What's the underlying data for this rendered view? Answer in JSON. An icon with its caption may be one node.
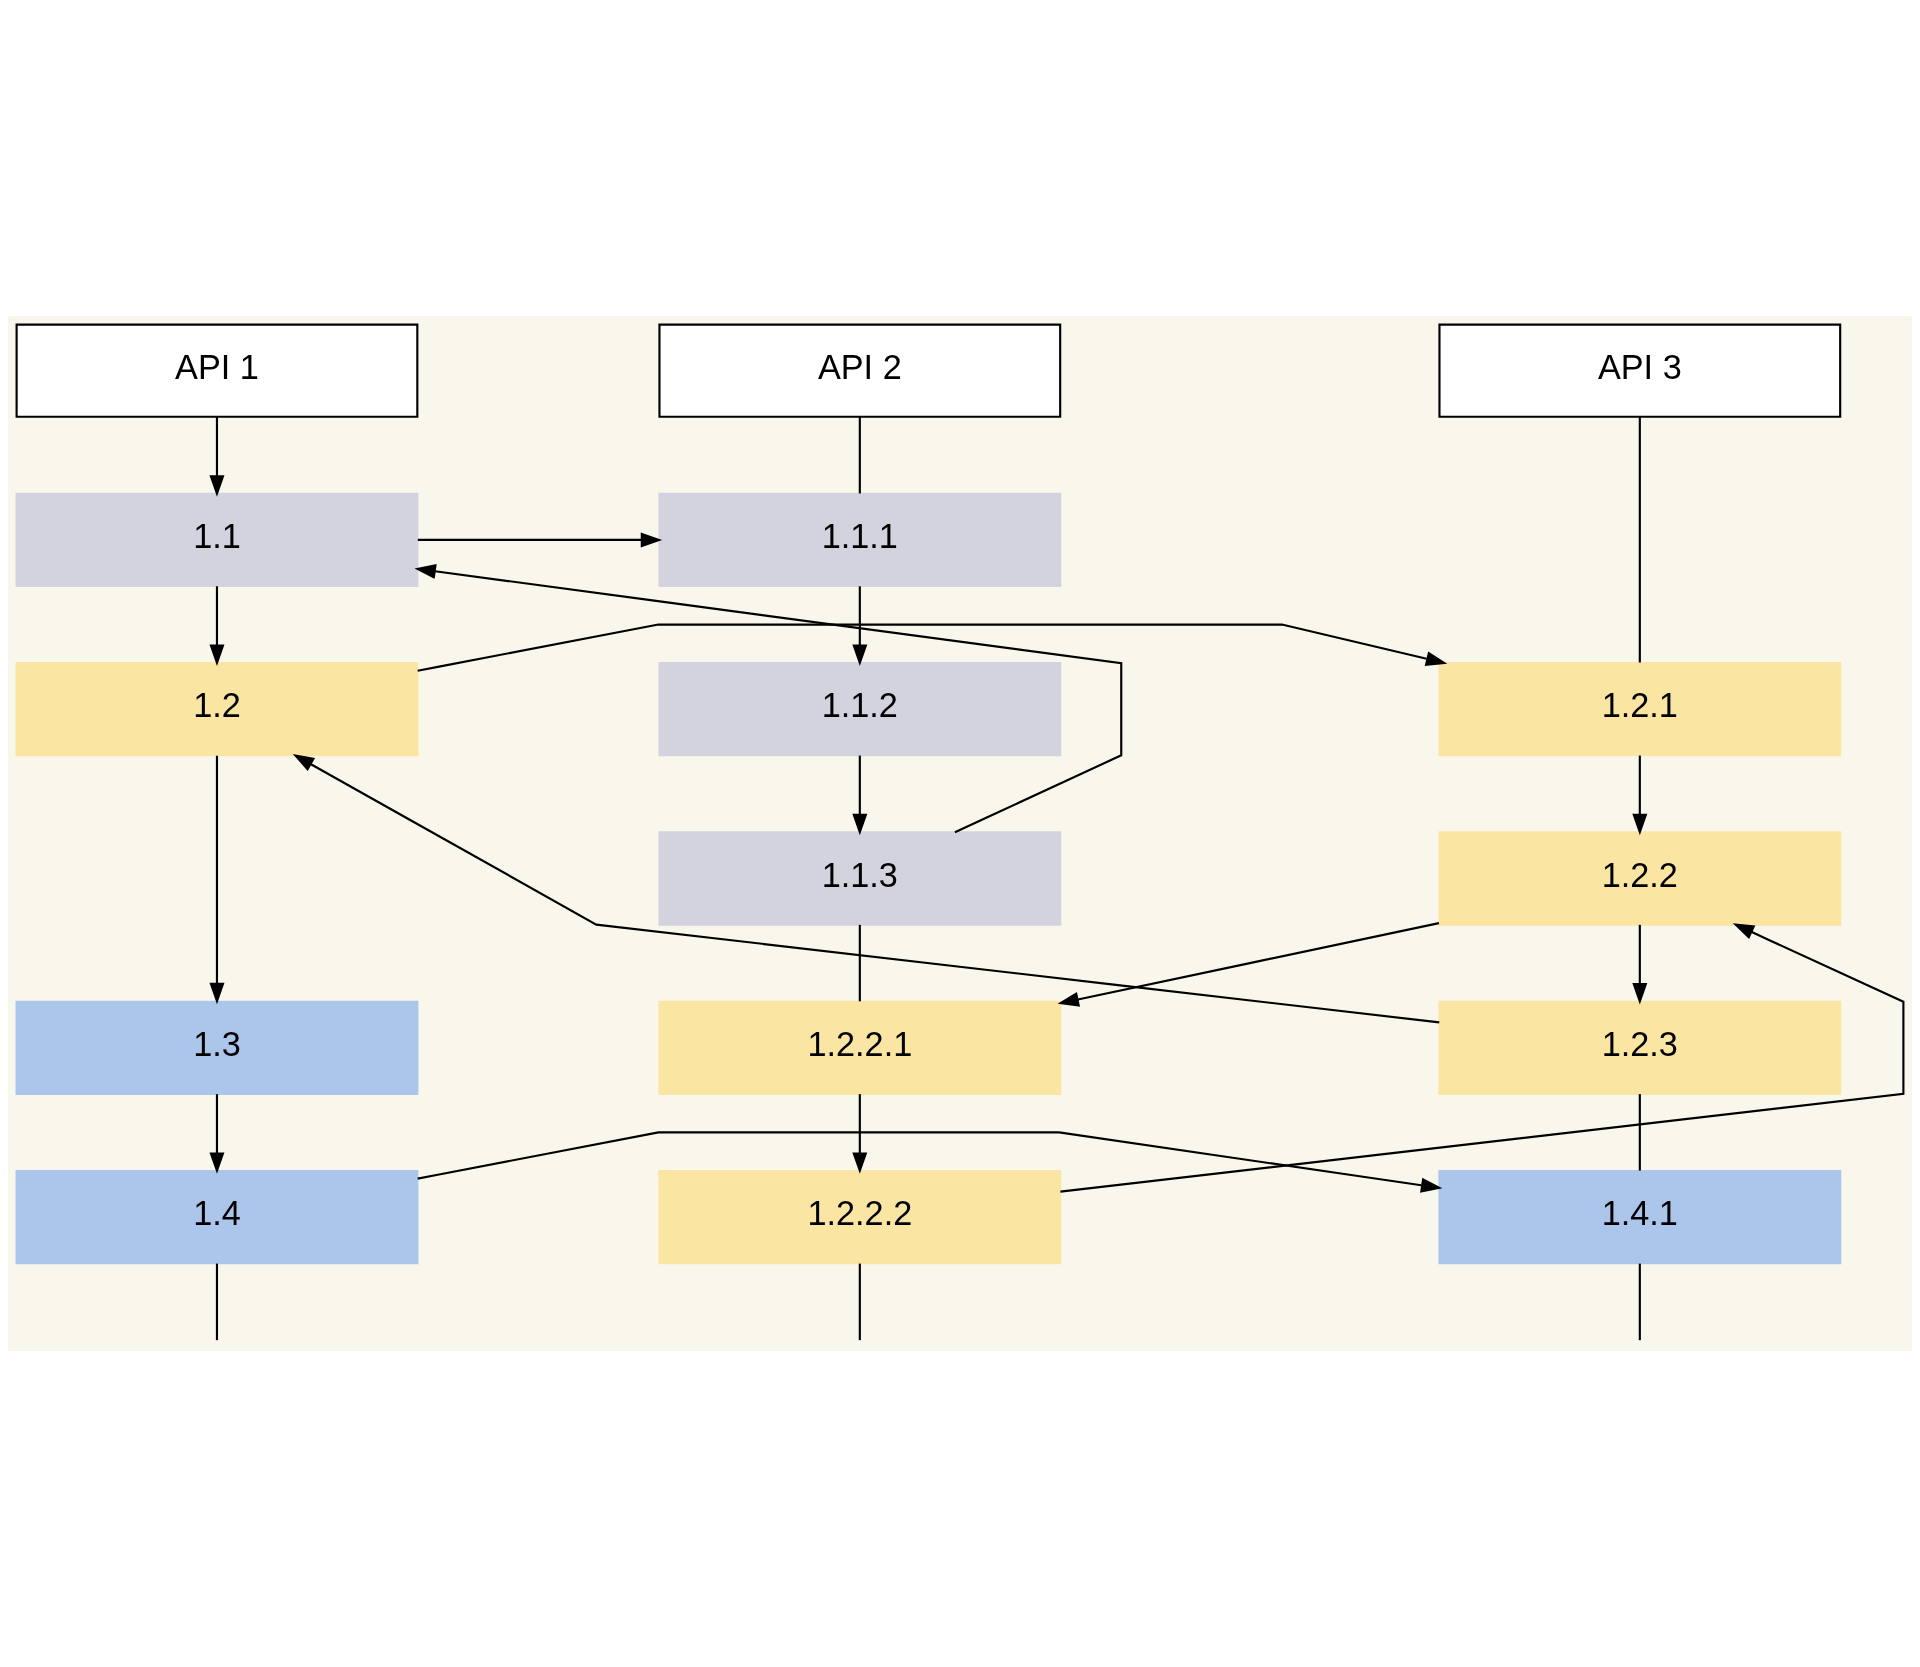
{
  "diagram": {
    "nodes": [
      {
        "text": [
          "API 1"
        ]
      },
      {
        "text": [
          "API 2"
        ]
      },
      {
        "text": [
          "API 3"
        ]
      },
      {
        "text": [
          "1.1"
        ]
      },
      {
        "text": [
          "1.1.1"
        ]
      },
      {
        "text": [
          "1.1.2"
        ]
      },
      {
        "text": [
          "1.1.3"
        ]
      },
      {
        "text": [
          "1.2"
        ]
      },
      {
        "text": [
          "1.2.1"
        ]
      },
      {
        "text": [
          "1.2.2.1"
        ]
      },
      {
        "text": [
          "1.2.2"
        ]
      },
      {
        "text": [
          "1.2.2.2"
        ]
      },
      {
        "text": [
          "1.3"
        ]
      },
      {
        "text": [
          "1.2.3"
        ]
      },
      {
        "text": [
          "1.4"
        ]
      },
      {
        "text": [
          "1.4.1"
        ]
      }
    ],
    "edges": [
      {
        "from": 0,
        "to": 3,
        "arrow": "to"
      },
      {
        "from": 1,
        "to": 4,
        "arrow": "none"
      },
      {
        "from": 2,
        "to": 8,
        "arrow": "none"
      },
      {
        "from": 3,
        "to": 4,
        "arrow": "to"
      },
      {
        "from": 4,
        "to": 5,
        "arrow": "to"
      },
      {
        "from": 5,
        "to": 6,
        "arrow": "to"
      },
      {
        "from": 6,
        "to": 3,
        "arrow": "to"
      },
      {
        "from": 3,
        "to": 7,
        "arrow": "to"
      },
      {
        "from": 6,
        "to": 9,
        "arrow": "none"
      },
      {
        "from": 7,
        "to": 8,
        "arrow": "to"
      },
      {
        "from": 8,
        "to": 10,
        "arrow": "to"
      },
      {
        "from": 10,
        "to": 9,
        "arrow": "to"
      },
      {
        "from": 9,
        "to": 11,
        "arrow": "to"
      },
      {
        "from": 11,
        "to": 10,
        "arrow": "to"
      },
      {
        "from": 10,
        "to": 13,
        "arrow": "to"
      },
      {
        "from": 13,
        "to": 7,
        "arrow": "to"
      },
      {
        "from": 7,
        "to": 12,
        "arrow": "to"
      },
      {
        "from": 13,
        "to": 15,
        "arrow": "none"
      },
      {
        "from": 12,
        "to": 14,
        "arrow": "to"
      },
      {
        "from": 14,
        "to": 15,
        "arrow": "to"
      },
      {
        "from": 14,
        "to": null,
        "arrow": "none"
      },
      {
        "from": 11,
        "to": null,
        "arrow": "none"
      },
      {
        "from": 15,
        "to": null,
        "arrow": "none"
      }
    ]
  }
}
